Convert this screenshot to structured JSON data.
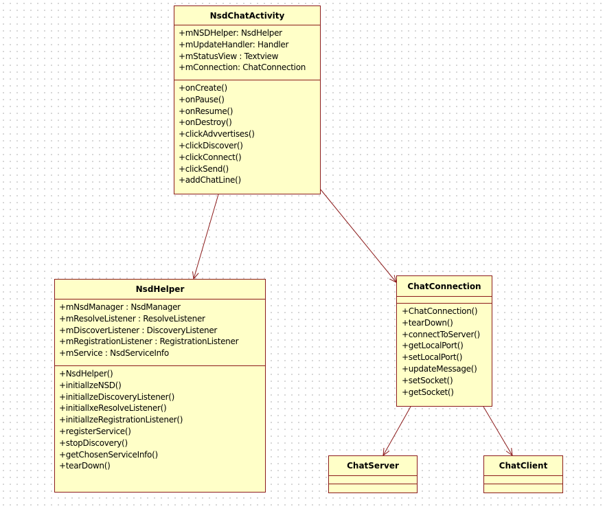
{
  "diagram": {
    "classes": [
      {
        "id": "NsdChatActivity",
        "name": "NsdChatActivity",
        "attributes": [
          "+mNSDHelper: NsdHelper",
          "+mUpdateHandler: Handler",
          "+mStatusView :  Textview",
          "+mConnection: ChatConnection"
        ],
        "operations": [
          "+onCreate()",
          "+onPause()",
          "+onResume()",
          "+onDestroy()",
          "+clickAdvvertises()",
          "+clickDiscover()",
          "+clickConnect()",
          "+clickSend()",
          "+addChatLine()"
        ]
      },
      {
        "id": "NsdHelper",
        "name": "NsdHelper",
        "attributes": [
          "+mNsdManager :  NsdManager",
          "+mResolveListener :  ResolveListener",
          "+mDiscoverListener :  DiscoveryListener",
          "+mRegistrationListener :  RegistrationListener",
          "+mService :  NsdServiceInfo"
        ],
        "operations": [
          "+NsdHelper()",
          "+initiallzeNSD()",
          "+initiallzeDiscoveryListener()",
          "+initiallxeResolveListener()",
          "+initiallzeRegistrationListener()",
          "+registerService()",
          "+stopDiscovery()",
          "+getChosenServiceInfo()",
          "+tearDown()"
        ]
      },
      {
        "id": "ChatConnection",
        "name": "ChatConnection",
        "attributes": [],
        "operations": [
          "+ChatConnection()",
          "+tearDown()",
          "+connectToServer()",
          "+getLocalPort()",
          "+setLocalPort()",
          "+updateMessage()",
          "+setSocket()",
          "+getSocket()"
        ]
      },
      {
        "id": "ChatServer",
        "name": "ChatServer",
        "attributes": [],
        "operations": []
      },
      {
        "id": "ChatClient",
        "name": "ChatClient",
        "attributes": [],
        "operations": []
      }
    ],
    "associations": [
      {
        "from": "NsdChatActivity",
        "to": "NsdHelper"
      },
      {
        "from": "NsdChatActivity",
        "to": "ChatConnection"
      },
      {
        "from": "ChatConnection",
        "to": "ChatServer"
      },
      {
        "from": "ChatConnection",
        "to": "ChatClient"
      }
    ],
    "colors": {
      "class_fill": "#ffffc8",
      "class_border": "#8b1a1a",
      "association_line": "#8b1a1a",
      "grid_dot": "#c9c9c9"
    }
  }
}
